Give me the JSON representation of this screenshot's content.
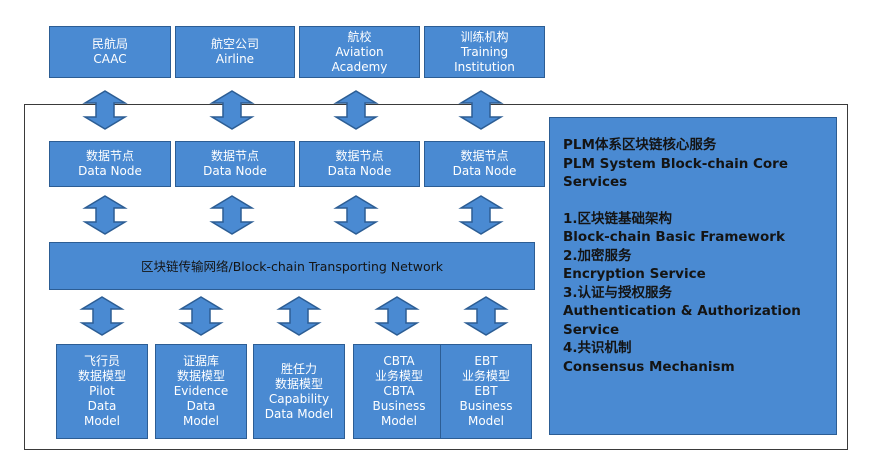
{
  "entities": [
    {
      "label": "民航局\nCAAC"
    },
    {
      "label": "航空公司\nAirline"
    },
    {
      "label": "航校\nAviation\nAcademy"
    },
    {
      "label": "训练机构\nTraining\nInstitution"
    }
  ],
  "data_nodes": [
    {
      "label": "数据节点\nData Node"
    },
    {
      "label": "数据节点\nData Node"
    },
    {
      "label": "数据节点\nData Node"
    },
    {
      "label": "数据节点\nData Node"
    }
  ],
  "network": {
    "label": "区块链传输网络/Block-chain Transporting Network"
  },
  "models": [
    {
      "label": "飞行员\n数据模型\nPilot\nData\nModel"
    },
    {
      "label": "证据库\n数据模型\nEvidence\nData\nModel"
    },
    {
      "label": "胜任力\n数据模型\nCapability\nData Model"
    },
    {
      "label": "CBTA\n业务模型\nCBTA\nBusiness\nModel"
    },
    {
      "label": "EBT\n业务模型\nEBT\nBusiness\nModel"
    }
  ],
  "services": {
    "title_cn": "PLM体系区块链核心服务",
    "title_en": "PLM System Block-chain Core Services",
    "items": [
      {
        "cn": "1.区块链基础架构",
        "en": "Block-chain Basic Framework"
      },
      {
        "cn": "2.加密服务",
        "en": "Encryption  Service"
      },
      {
        "cn": "3.认证与授权服务",
        "en": "Authentication & Authorization Service"
      },
      {
        "cn": "4.共识机制",
        "en": "Consensus  Mechanism"
      }
    ]
  },
  "colors": {
    "box_fill": "#4a8ad2",
    "box_stroke": "#2c5d94",
    "frame": "#3a3a3a"
  }
}
